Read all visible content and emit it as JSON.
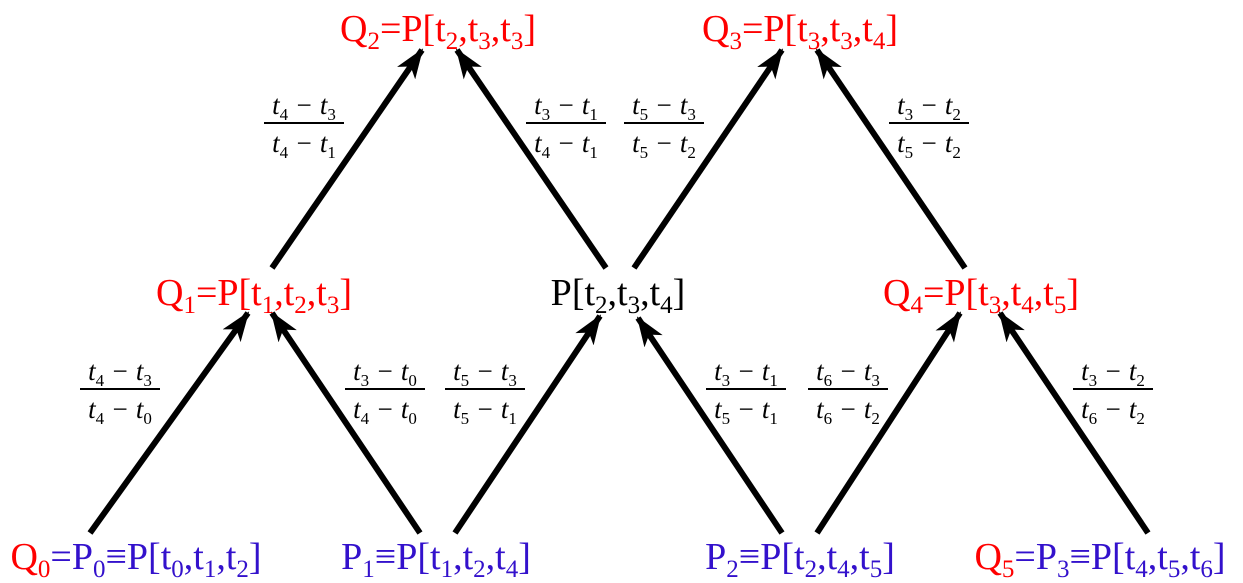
{
  "colors": {
    "control_point": "#ff0000",
    "original_point": "#3311cc",
    "intermediate": "#000000",
    "arrow": "#000000"
  },
  "top_row": {
    "q2": {
      "name": "Q",
      "idx": "2",
      "rest": "=P[t",
      "a": "2",
      "b": "3",
      "c": "3"
    },
    "q3": {
      "name": "Q",
      "idx": "3",
      "rest": "=P[t",
      "a": "3",
      "b": "3",
      "c": "4"
    }
  },
  "middle_row": {
    "q1": {
      "name": "Q",
      "idx": "1",
      "rest": "=P[t",
      "a": "1",
      "b": "2",
      "c": "3"
    },
    "p234": {
      "rest": "P[t",
      "a": "2",
      "b": "3",
      "c": "4"
    },
    "q4": {
      "name": "Q",
      "idx": "4",
      "rest": "=P[t",
      "a": "3",
      "b": "4",
      "c": "5"
    }
  },
  "bottom_row": {
    "q0p0": {
      "q": "Q",
      "qi": "0",
      "p": "=P",
      "pi": "0",
      "rest": "≡P[t",
      "a": "0",
      "b": "1",
      "c": "2"
    },
    "p1": {
      "p": "P",
      "pi": "1",
      "rest": "≡P[t",
      "a": "1",
      "b": "2",
      "c": "4"
    },
    "p2": {
      "p": "P",
      "pi": "2",
      "rest": "≡P[t",
      "a": "2",
      "b": "4",
      "c": "5"
    },
    "q5p3": {
      "q": "Q",
      "qi": "5",
      "p": "=P",
      "pi": "3",
      "rest": "≡P[t",
      "a": "4",
      "b": "5",
      "c": "6"
    }
  },
  "weights": {
    "w_q1_q2": {
      "n1": "4",
      "n2": "3",
      "d1": "4",
      "d2": "1"
    },
    "w_mid_q2": {
      "n1": "3",
      "n2": "1",
      "d1": "4",
      "d2": "1"
    },
    "w_mid_q3": {
      "n1": "5",
      "n2": "3",
      "d1": "5",
      "d2": "2"
    },
    "w_q4_q3": {
      "n1": "3",
      "n2": "2",
      "d1": "5",
      "d2": "2"
    },
    "w_q0_q1": {
      "n1": "4",
      "n2": "3",
      "d1": "4",
      "d2": "0"
    },
    "w_p1_q1": {
      "n1": "3",
      "n2": "0",
      "d1": "4",
      "d2": "0"
    },
    "w_p1_mid": {
      "n1": "5",
      "n2": "3",
      "d1": "5",
      "d2": "1"
    },
    "w_p2_mid": {
      "n1": "3",
      "n2": "1",
      "d1": "5",
      "d2": "1"
    },
    "w_p2_q4": {
      "n1": "6",
      "n2": "3",
      "d1": "6",
      "d2": "2"
    },
    "w_p3_q4": {
      "n1": "3",
      "n2": "2",
      "d1": "6",
      "d2": "2"
    }
  },
  "glyphs": {
    "t": "t",
    "minus": " − ",
    "comma_t": ",t",
    "close": "]"
  }
}
